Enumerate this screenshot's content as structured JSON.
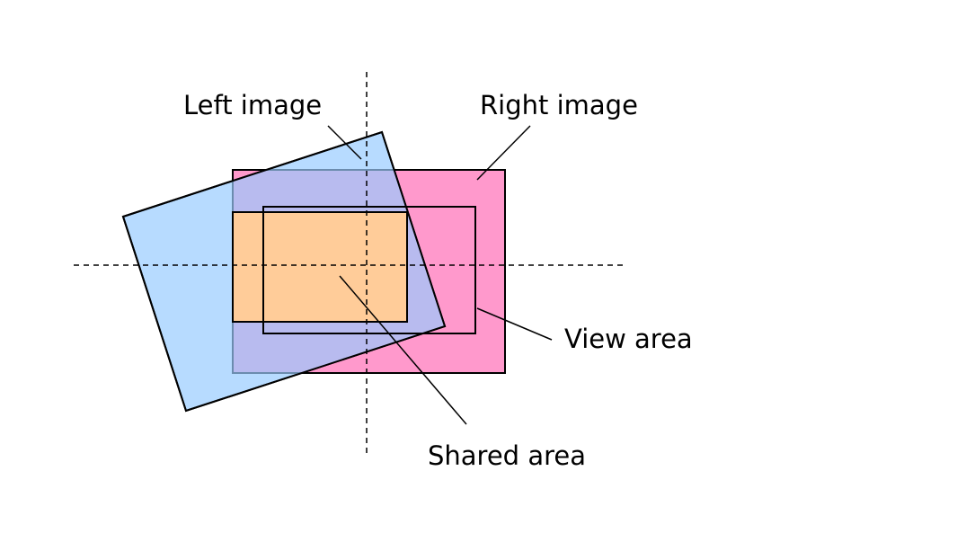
{
  "labels": {
    "left_image": "Left image",
    "right_image": "Right image",
    "view_area": "View area",
    "shared_area": "Shared area"
  },
  "colors": {
    "right_image": "#ff99cc",
    "left_image": "#b7dbff",
    "overlap": "#b8bbef",
    "shared_area": "#ffcc99"
  }
}
